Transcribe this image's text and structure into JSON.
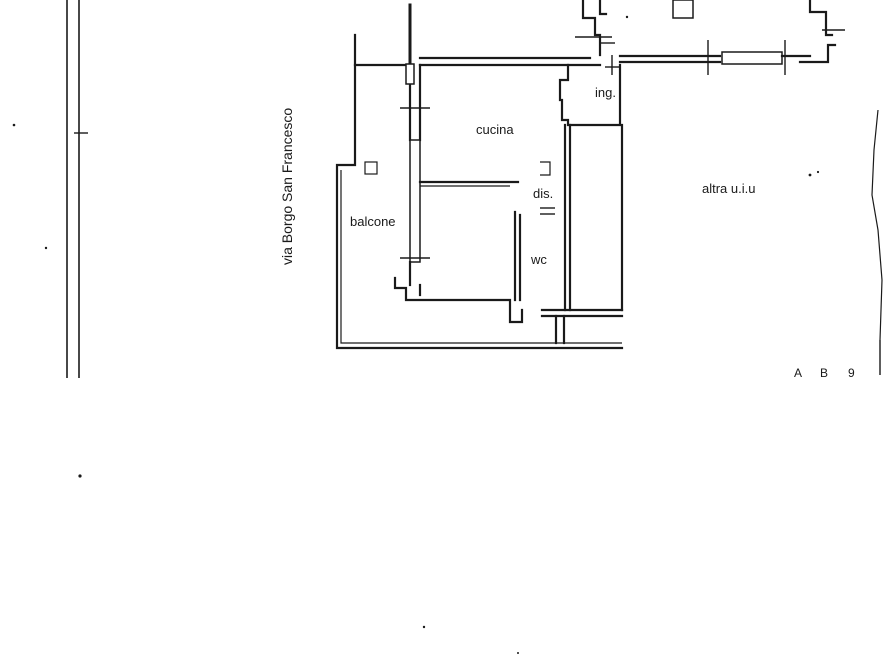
{
  "street": {
    "name": "via Borgo San Francesco"
  },
  "rooms": {
    "kitchen": "cucina",
    "entrance": "ing.",
    "balcony": "balcone",
    "hallway": "dis.",
    "toilet": "wc",
    "neighbor": "altra u.i.u"
  },
  "marks": {
    "a": "A",
    "b": "B",
    "c": "9"
  },
  "colors": {
    "line": "#1a1a1a",
    "background": "#ffffff"
  }
}
